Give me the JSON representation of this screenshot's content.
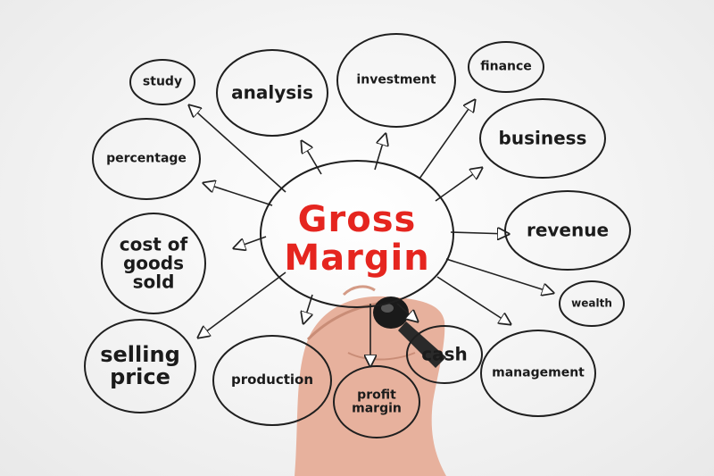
{
  "center": {
    "line1": "Gross",
    "line2": "Margin"
  },
  "nodes": {
    "study": "study",
    "analysis": "analysis",
    "investment": "investment",
    "finance": "finance",
    "business": "business",
    "percentage": "percentage",
    "revenue": "revenue",
    "cost_line1": "cost of",
    "cost_line2": "goods",
    "cost_line3": "sold",
    "wealth": "wealth",
    "selling_line1": "selling",
    "selling_line2": "price",
    "production": "production",
    "profit_line1": "profit",
    "profit_line2": "margin",
    "cash": "cash",
    "management": "management"
  },
  "colors": {
    "accent": "#e5251f",
    "ink": "#1b1b1b",
    "background": "#f2f2f2"
  }
}
